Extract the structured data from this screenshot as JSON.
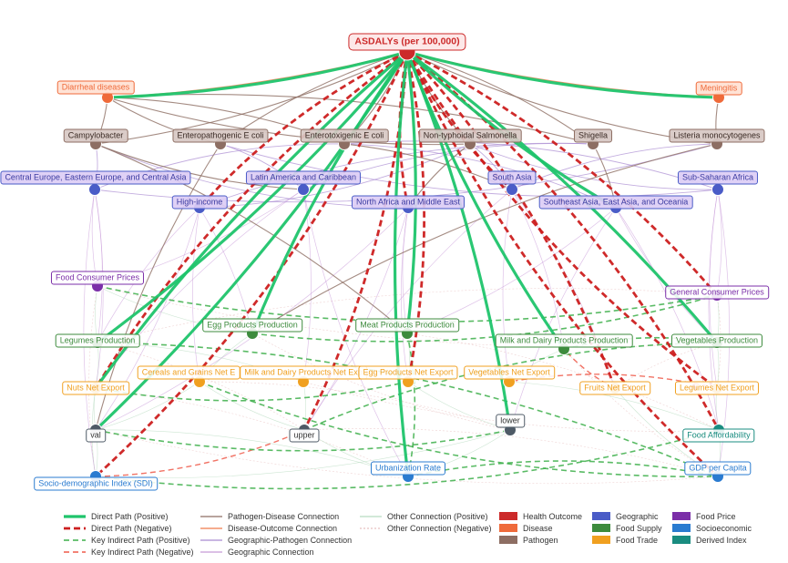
{
  "nodes": [
    {
      "id": "asdalys",
      "label": "ASDALYs (per 100,000)",
      "type": "outcome",
      "color": "#cc2a2a"
    },
    {
      "id": "diarrheal",
      "label": "Diarrheal diseases",
      "type": "disease",
      "color": "#ef6a3a"
    },
    {
      "id": "meningitis",
      "label": "Meningitis",
      "type": "disease",
      "color": "#ef6a3a"
    },
    {
      "id": "campylobacter",
      "label": "Campylobacter",
      "type": "pathogen",
      "color": "#8d6e63"
    },
    {
      "id": "epec",
      "label": "Enteropathogenic E coli",
      "type": "pathogen",
      "color": "#8d6e63"
    },
    {
      "id": "etec",
      "label": "Enterotoxigenic E coli",
      "type": "pathogen",
      "color": "#8d6e63"
    },
    {
      "id": "nts",
      "label": "Non-typhoidal Salmonella",
      "type": "pathogen",
      "color": "#8d6e63"
    },
    {
      "id": "shigella",
      "label": "Shigella",
      "type": "pathogen",
      "color": "#8d6e63"
    },
    {
      "id": "listeria",
      "label": "Listeria monocytogenes",
      "type": "pathogen",
      "color": "#8d6e63"
    },
    {
      "id": "cee",
      "label": "Central Europe, Eastern Europe, and Central Asia",
      "type": "geographic",
      "color": "#4a5cc7"
    },
    {
      "id": "latam",
      "label": "Latin America and Caribbean",
      "type": "geographic",
      "color": "#4a5cc7"
    },
    {
      "id": "southasia",
      "label": "South Asia",
      "type": "geographic",
      "color": "#4a5cc7"
    },
    {
      "id": "ssa",
      "label": "Sub-Saharan Africa",
      "type": "geographic",
      "color": "#4a5cc7"
    },
    {
      "id": "highinc",
      "label": "High-income",
      "type": "geographic",
      "color": "#4a5cc7"
    },
    {
      "id": "nafme",
      "label": "North Africa and Middle East",
      "type": "geographic",
      "color": "#4a5cc7"
    },
    {
      "id": "seao",
      "label": "Southeast Asia, East Asia, and Oceania",
      "type": "geographic",
      "color": "#4a5cc7"
    },
    {
      "id": "fcp",
      "label": "Food Consumer Prices",
      "type": "price",
      "color": "#7b2fa8"
    },
    {
      "id": "gcp",
      "label": "General Consumer Prices",
      "type": "price",
      "color": "#7b2fa8"
    },
    {
      "id": "legprod",
      "label": "Legumes Production",
      "type": "supply",
      "color": "#3d8b3d"
    },
    {
      "id": "eggprod",
      "label": "Egg Products Production",
      "type": "supply",
      "color": "#3d8b3d"
    },
    {
      "id": "meatprod",
      "label": "Meat Products Production",
      "type": "supply",
      "color": "#3d8b3d"
    },
    {
      "id": "milkprod",
      "label": "Milk and Dairy Products Production",
      "type": "supply",
      "color": "#3d8b3d"
    },
    {
      "id": "vegprod",
      "label": "Vegetables Production",
      "type": "supply",
      "color": "#3d8b3d"
    },
    {
      "id": "nutsnx",
      "label": "Nuts Net Export",
      "type": "trade",
      "color": "#f0a020"
    },
    {
      "id": "cerealnx",
      "label": "Cereals and Grains Net E",
      "type": "trade",
      "color": "#f0a020"
    },
    {
      "id": "milknx",
      "label": "Milk and Dairy Products Net Exp",
      "type": "trade",
      "color": "#f0a020"
    },
    {
      "id": "eggnx",
      "label": "Egg Products Net Export",
      "type": "trade",
      "color": "#f0a020"
    },
    {
      "id": "vegnx",
      "label": "Vegetables Net Export",
      "type": "trade",
      "color": "#f0a020"
    },
    {
      "id": "fruitnx",
      "label": "Fruits Net Export",
      "type": "trade",
      "color": "#f0a020"
    },
    {
      "id": "legnx",
      "label": "Legumes Net Export",
      "type": "trade",
      "color": "#f0a020"
    },
    {
      "id": "val",
      "label": "val",
      "type": "other",
      "color": "#4e5a66"
    },
    {
      "id": "upper",
      "label": "upper",
      "type": "other",
      "color": "#4e5a66"
    },
    {
      "id": "lower",
      "label": "lower",
      "type": "other",
      "color": "#4e5a66"
    },
    {
      "id": "foodaff",
      "label": "Food Affordability",
      "type": "derived",
      "color": "#1a8c80"
    },
    {
      "id": "sdi",
      "label": "Socio-demographic Index (SDI)",
      "type": "socio",
      "color": "#2a7bd0"
    },
    {
      "id": "urban",
      "label": "Urbanization Rate",
      "type": "socio",
      "color": "#2a7bd0"
    },
    {
      "id": "gdp",
      "label": "GDP per Capita",
      "type": "socio",
      "color": "#2a7bd0"
    }
  ],
  "edges": {
    "direct_positive": [
      [
        "asdalys",
        "meningitis"
      ],
      [
        "asdalys",
        "legprod"
      ],
      [
        "asdalys",
        "eggprod"
      ],
      [
        "asdalys",
        "meatprod"
      ],
      [
        "asdalys",
        "milkprod"
      ],
      [
        "asdalys",
        "vegprod"
      ],
      [
        "asdalys",
        "urban"
      ],
      [
        "asdalys",
        "lower"
      ],
      [
        "asdalys",
        "nutsnx"
      ],
      [
        "asdalys",
        "val"
      ],
      [
        "asdalys",
        "seao"
      ],
      [
        "asdalys",
        "diarrheal"
      ]
    ],
    "direct_negative": [
      [
        "asdalys",
        "highinc"
      ],
      [
        "asdalys",
        "sdi"
      ],
      [
        "asdalys",
        "nutsnx"
      ],
      [
        "asdalys",
        "upper"
      ],
      [
        "asdalys",
        "southasia"
      ],
      [
        "asdalys",
        "fruitnx"
      ],
      [
        "asdalys",
        "legnx"
      ],
      [
        "asdalys",
        "foodaff"
      ],
      [
        "asdalys",
        "gdp"
      ],
      [
        "asdalys",
        "eggnx"
      ],
      [
        "asdalys",
        "nafme"
      ],
      [
        "asdalys",
        "gcp"
      ]
    ],
    "key_indirect_positive": [
      [
        "fcp",
        "gcp"
      ],
      [
        "legprod",
        "gdp"
      ],
      [
        "eggprod",
        "gcp"
      ],
      [
        "milkprod",
        "vegprod"
      ],
      [
        "val",
        "lower"
      ],
      [
        "urban",
        "gdp"
      ],
      [
        "cerealnx",
        "gdp"
      ],
      [
        "meatprod",
        "urban"
      ],
      [
        "nutsnx",
        "eggnx"
      ],
      [
        "upper",
        "vegprod"
      ],
      [
        "sdi",
        "foodaff"
      ]
    ],
    "key_indirect_negative": [
      [
        "sdi",
        "upper"
      ],
      [
        "fruitnx",
        "milkprod"
      ],
      [
        "legnx",
        "vegnx"
      ]
    ],
    "pathogen_disease": [
      [
        "campylobacter",
        "diarrheal"
      ],
      [
        "epec",
        "diarrheal"
      ],
      [
        "etec",
        "diarrheal"
      ],
      [
        "nts",
        "diarrheal"
      ],
      [
        "shigella",
        "diarrheal"
      ],
      [
        "listeria",
        "meningitis"
      ],
      [
        "campylobacter",
        "asdalys"
      ],
      [
        "epec",
        "asdalys"
      ],
      [
        "etec",
        "asdalys"
      ],
      [
        "nts",
        "asdalys"
      ],
      [
        "shigella",
        "asdalys"
      ],
      [
        "listeria",
        "asdalys"
      ],
      [
        "campylobacter",
        "latam"
      ],
      [
        "etec",
        "southasia"
      ],
      [
        "nts",
        "nafme"
      ],
      [
        "shigella",
        "seao"
      ],
      [
        "epec",
        "val"
      ],
      [
        "campylobacter",
        "meatprod"
      ],
      [
        "listeria",
        "eggprod"
      ]
    ],
    "disease_outcome": [
      [
        "diarrheal",
        "asdalys"
      ],
      [
        "meningitis",
        "asdalys"
      ]
    ],
    "geographic_pathogen": [
      [
        "cee",
        "campylobacter"
      ],
      [
        "cee",
        "etec"
      ],
      [
        "latam",
        "epec"
      ],
      [
        "latam",
        "shigella"
      ],
      [
        "southasia",
        "nts"
      ],
      [
        "southasia",
        "listeria"
      ],
      [
        "ssa",
        "etec"
      ],
      [
        "ssa",
        "epec"
      ],
      [
        "highinc",
        "nts"
      ],
      [
        "nafme",
        "campylobacter"
      ],
      [
        "seao",
        "etec"
      ],
      [
        "ssa",
        "nts"
      ],
      [
        "cee",
        "listeria"
      ],
      [
        "highinc",
        "shigella"
      ]
    ],
    "geographic": [
      [
        "cee",
        "fcp"
      ],
      [
        "cee",
        "legprod"
      ],
      [
        "latam",
        "nutsnx"
      ],
      [
        "latam",
        "milknx"
      ],
      [
        "southasia",
        "vegnx"
      ],
      [
        "southasia",
        "fruitnx"
      ],
      [
        "ssa",
        "legnx"
      ],
      [
        "ssa",
        "gcp"
      ],
      [
        "highinc",
        "cerealnx"
      ],
      [
        "highinc",
        "val"
      ],
      [
        "nafme",
        "eggnx"
      ],
      [
        "nafme",
        "upper"
      ],
      [
        "seao",
        "lower"
      ],
      [
        "seao",
        "foodaff"
      ],
      [
        "cee",
        "sdi"
      ],
      [
        "ssa",
        "gdp"
      ],
      [
        "latam",
        "urban"
      ],
      [
        "highinc",
        "eggprod"
      ],
      [
        "nafme",
        "meatprod"
      ],
      [
        "southasia",
        "milkprod"
      ],
      [
        "seao",
        "vegprod"
      ],
      [
        "cee",
        "nutsnx"
      ],
      [
        "ssa",
        "foodaff"
      ],
      [
        "latam",
        "fcp"
      ],
      [
        "southasia",
        "upper"
      ],
      [
        "nafme",
        "val"
      ],
      [
        "highinc",
        "legprod"
      ],
      [
        "seao",
        "meatprod"
      ]
    ],
    "other_positive": [
      [
        "fcp",
        "legprod"
      ],
      [
        "legprod",
        "nutsnx"
      ],
      [
        "nutsnx",
        "val"
      ],
      [
        "val",
        "sdi"
      ],
      [
        "eggprod",
        "cerealnx"
      ],
      [
        "meatprod",
        "eggnx"
      ],
      [
        "milkprod",
        "vegnx"
      ],
      [
        "vegprod",
        "legnx"
      ],
      [
        "legnx",
        "foodaff"
      ],
      [
        "foodaff",
        "gdp"
      ],
      [
        "upper",
        "urban"
      ],
      [
        "lower",
        "urban"
      ],
      [
        "cerealnx",
        "upper"
      ],
      [
        "milknx",
        "upper"
      ],
      [
        "fruitnx",
        "gdp"
      ],
      [
        "gcp",
        "vegprod"
      ],
      [
        "fcp",
        "eggprod"
      ],
      [
        "val",
        "urban"
      ],
      [
        "sdi",
        "lower"
      ],
      [
        "legprod",
        "milknx"
      ],
      [
        "eggnx",
        "lower"
      ],
      [
        "vegnx",
        "foodaff"
      ],
      [
        "nutsnx",
        "sdi"
      ],
      [
        "cerealnx",
        "val"
      ]
    ],
    "other_negative": [
      [
        "fcp",
        "sdi"
      ],
      [
        "legprod",
        "upper"
      ],
      [
        "eggprod",
        "lower"
      ],
      [
        "meatprod",
        "foodaff"
      ],
      [
        "milkprod",
        "gdp"
      ],
      [
        "gcp",
        "legnx"
      ],
      [
        "vegprod",
        "fruitnx"
      ],
      [
        "cerealnx",
        "lower"
      ],
      [
        "milknx",
        "foodaff"
      ],
      [
        "nutsnx",
        "urban"
      ],
      [
        "val",
        "gdp"
      ],
      [
        "upper",
        "gdp"
      ],
      [
        "fcp",
        "vegprod"
      ],
      [
        "legprod",
        "gcp"
      ]
    ]
  },
  "legend": {
    "edges": [
      {
        "label": "Direct Path (Positive)",
        "style": "direct_positive",
        "color": "#1fc46b"
      },
      {
        "label": "Direct Path (Negative)",
        "style": "direct_negative",
        "color": "#cc1f1f"
      },
      {
        "label": "Key Indirect Path (Positive)",
        "style": "key_indirect_positive",
        "color": "#3daf4a"
      },
      {
        "label": "Key Indirect Path (Negative)",
        "style": "key_indirect_negative",
        "color": "#ef5a4a"
      },
      {
        "label": "Pathogen-Disease Connection",
        "style": "pathogen_disease",
        "color": "#8d6e63"
      },
      {
        "label": "Disease-Outcome Connection",
        "style": "disease_outcome",
        "color": "#ef7a4a"
      },
      {
        "label": "Geographic-Pathogen Connection",
        "style": "geographic_pathogen",
        "color": "#a98ad1"
      },
      {
        "label": "Geographic Connection",
        "style": "geographic",
        "color": "#c89ad8"
      },
      {
        "label": "Other Connection (Positive)",
        "style": "other_positive",
        "color": "#b8dcc0"
      },
      {
        "label": "Other Connection (Negative)",
        "style": "other_negative",
        "color": "#e8c0c0"
      }
    ],
    "categories": [
      {
        "label": "Health Outcome",
        "color": "#cc2a2a"
      },
      {
        "label": "Disease",
        "color": "#ef6a3a"
      },
      {
        "label": "Pathogen",
        "color": "#8d6e63"
      },
      {
        "label": "Geographic",
        "color": "#4a5cc7"
      },
      {
        "label": "Food Supply",
        "color": "#3d8b3d"
      },
      {
        "label": "Food Trade",
        "color": "#f0a020"
      },
      {
        "label": "Food Price",
        "color": "#7b2fa8"
      },
      {
        "label": "Socioeconomic",
        "color": "#2a7bd0"
      },
      {
        "label": "Derived Index",
        "color": "#1a8c80"
      }
    ]
  }
}
